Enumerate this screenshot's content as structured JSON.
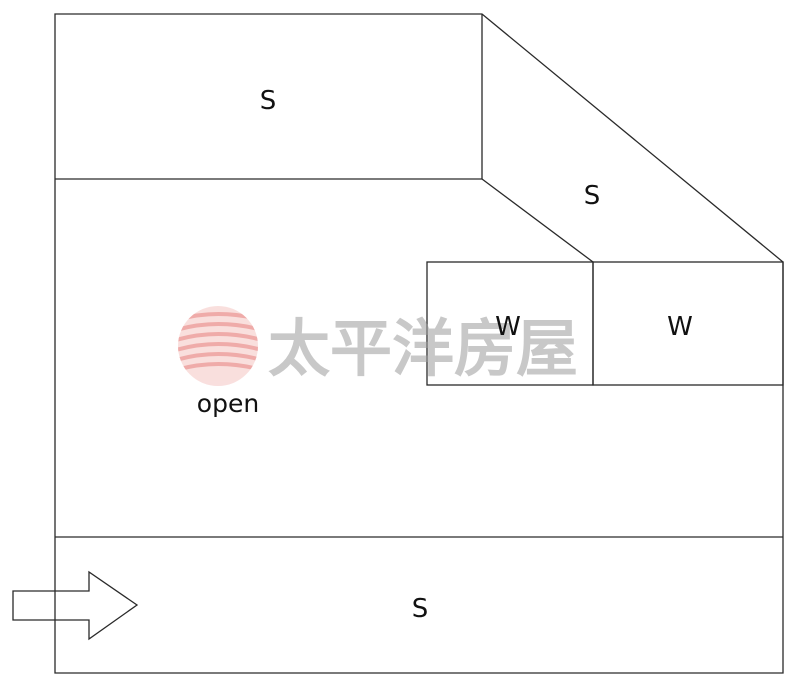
{
  "rooms": {
    "top_left": "S",
    "top_right": "S",
    "window_left": "W",
    "window_right": "W",
    "open_area": "open",
    "bottom": "S"
  },
  "watermark": {
    "text": "太平洋房屋",
    "logo_color": "#e05a55"
  },
  "entrance": {
    "icon": "arrow-right-icon"
  }
}
